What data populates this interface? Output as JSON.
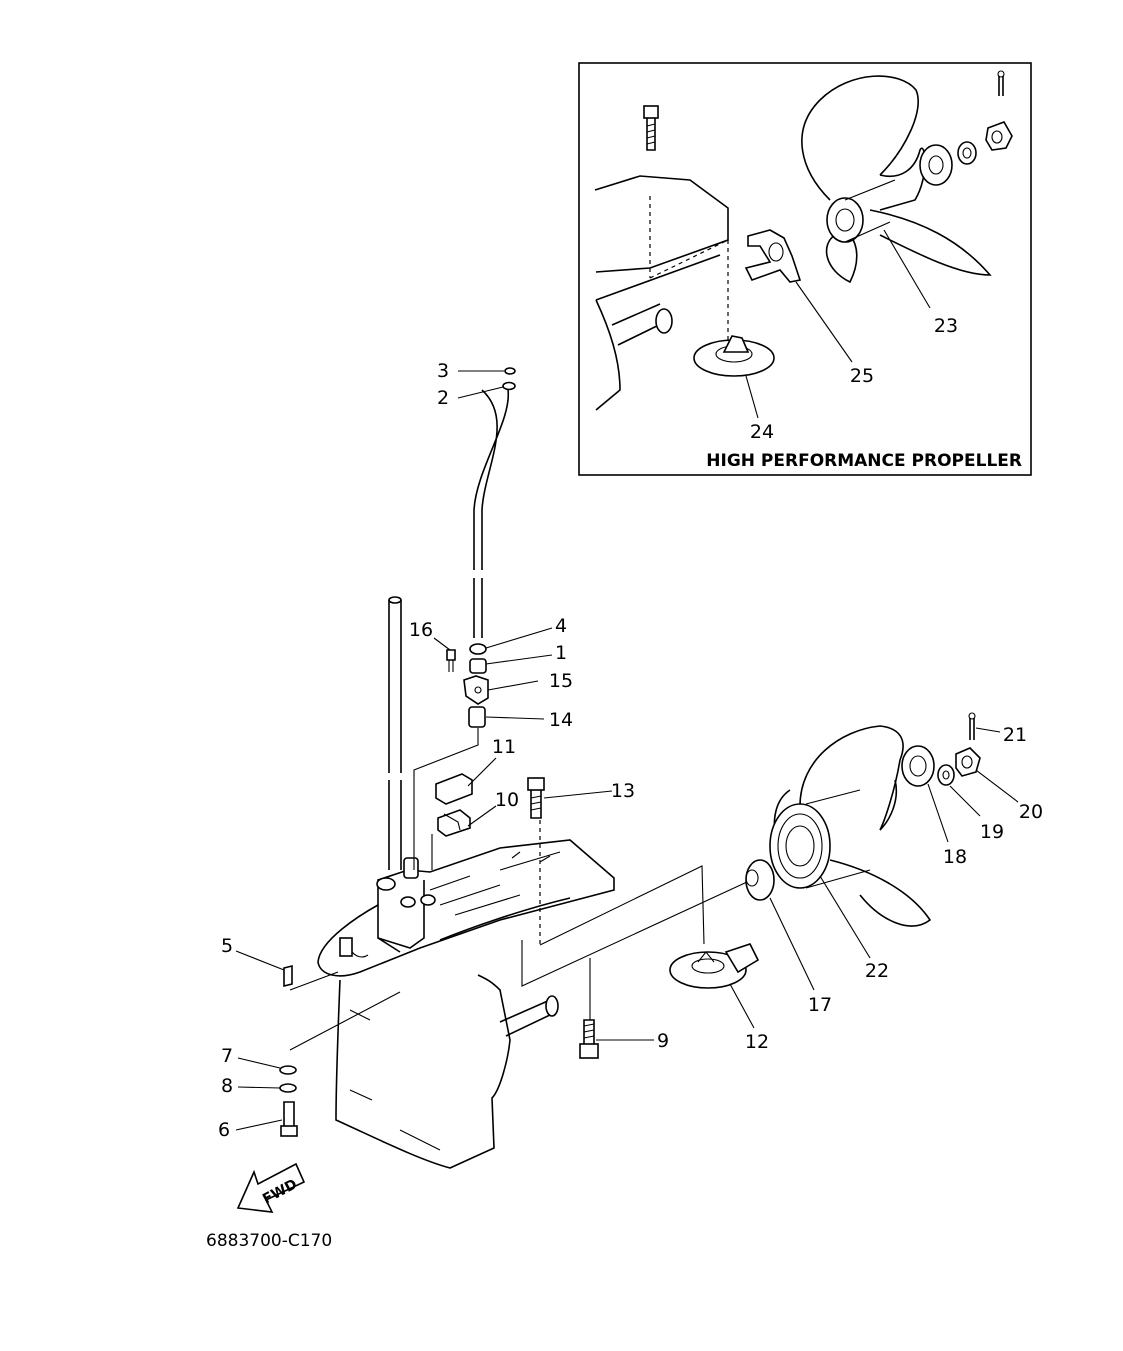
{
  "diagram": {
    "inset_title": "HIGH PERFORMANCE PROPELLER",
    "drawing_code": "6883700-C170",
    "fwd_label": "FWD",
    "callouts": {
      "c1": "1",
      "c2": "2",
      "c3": "3",
      "c4": "4",
      "c5": "5",
      "c6": "6",
      "c7": "7",
      "c8": "8",
      "c9": "9",
      "c10": "10",
      "c11": "11",
      "c12": "12",
      "c13": "13",
      "c14": "14",
      "c15": "15",
      "c16": "16",
      "c17": "17",
      "c18": "18",
      "c19": "19",
      "c20": "20",
      "c21": "21",
      "c22": "22",
      "c23": "23",
      "c24": "24",
      "c25": "25"
    }
  }
}
